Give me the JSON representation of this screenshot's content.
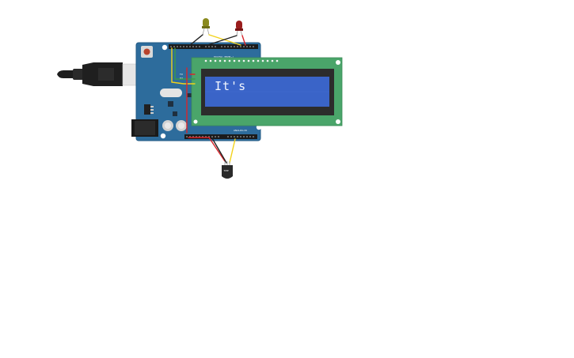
{
  "lcd": {
    "line1": "It's"
  },
  "arduino": {
    "header_label_top": "DIGITAL (PWM~)",
    "header_label_bottom": "ANALOG IN",
    "tx_label": "TX",
    "rx_label": "RX"
  },
  "sensor": {
    "marking": "TMP"
  },
  "colors": {
    "board": "#2d6c9c",
    "lcd_pcb": "#4aa56a",
    "lcd_screen": "#3a64c8",
    "wire_red": "#d9252b",
    "wire_yellow": "#f2d21b",
    "wire_black": "#222222",
    "led_yellow": "#8a8a1e",
    "led_red": "#9a1d1d"
  }
}
